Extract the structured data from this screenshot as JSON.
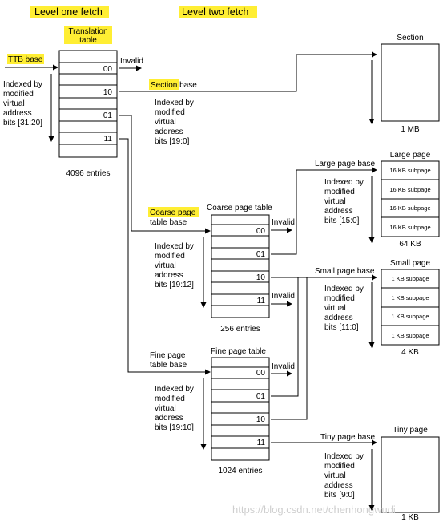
{
  "headers": {
    "level_one": "Level one fetch",
    "level_two": "Level two fetch"
  },
  "translation_table": {
    "title_line1": "Translation",
    "title_line2": "table",
    "entries": [
      "00",
      "10",
      "01",
      "11"
    ],
    "count": "4096 entries",
    "invalid": "Invalid",
    "ttb_base": "TTB base",
    "index_note": [
      "Indexed by",
      "modified",
      "virtual",
      "address",
      "bits [31:20]"
    ]
  },
  "section": {
    "title": "Section",
    "base_hl": "Section",
    "base_rest": " base",
    "size": "1 MB",
    "index_note": [
      "Indexed by",
      "modified",
      "virtual",
      "address",
      "bits [19:0]"
    ]
  },
  "coarse": {
    "title": "Coarse page table",
    "base_line1": "Coarse page",
    "base_line2": "table base",
    "entries": [
      "00",
      "01",
      "10",
      "11"
    ],
    "count": "256 entries",
    "invalid": "Invalid",
    "index_note": [
      "Indexed by",
      "modified",
      "virtual",
      "address",
      "bits [19:12]"
    ]
  },
  "fine": {
    "title": "Fine page table",
    "base_line1": "Fine page",
    "base_line2": "table base",
    "entries": [
      "00",
      "01",
      "10",
      "11"
    ],
    "count": "1024 entries",
    "invalid": "Invalid",
    "index_note": [
      "Indexed by",
      "modified",
      "virtual",
      "address",
      "bits [19:10]"
    ]
  },
  "large_page": {
    "title": "Large page",
    "base": "Large page base",
    "subpages": [
      "16 KB subpage",
      "16 KB subpage",
      "16 KB subpage",
      "16 KB subpage"
    ],
    "size": "64 KB",
    "index_note": [
      "Indexed by",
      "modified",
      "virtual",
      "address",
      "bits [15:0]"
    ]
  },
  "small_page": {
    "title": "Small page",
    "base": "Small page base",
    "subpages": [
      "1 KB subpage",
      "1 KB subpage",
      "1 KB subpage",
      "1 KB subpage"
    ],
    "size": "4 KB",
    "index_note": [
      "Indexed by",
      "modified",
      "virtual",
      "address",
      "bits [11:0]"
    ]
  },
  "tiny_page": {
    "title": "Tiny page",
    "base": "Tiny page base",
    "size": "1 KB",
    "index_note": [
      "Indexed by",
      "modified",
      "virtual",
      "address",
      "bits [9:0]"
    ]
  },
  "watermark": "https://blog.csdn.net/chenhongwudi"
}
